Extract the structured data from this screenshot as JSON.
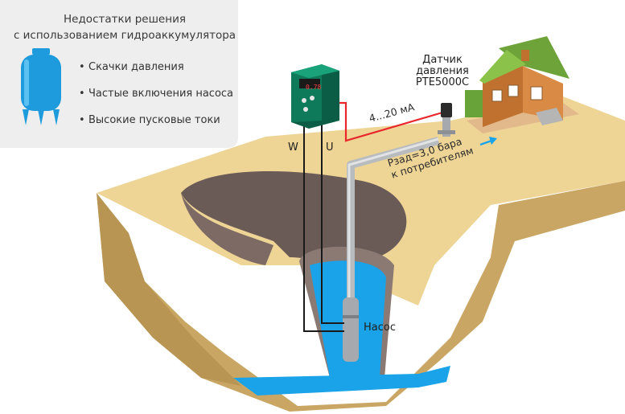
{
  "panel": {
    "title_line1": "Недостатки решения",
    "title_line2": "с использованием гидроаккумулятора",
    "bullets": [
      "Скачки давления",
      "Частые включения насоса",
      "Высокие пусковые токи"
    ]
  },
  "labels": {
    "terminal_w": "W",
    "terminal_u": "U",
    "signal": "4...20 мА",
    "sensor_line1": "Датчик",
    "sensor_line2": "давления",
    "sensor_line3": "PTE5000C",
    "pressure_line1": "Рзад=3,0 бара",
    "pressure_line2": "к потребителям",
    "pump": "Насос"
  },
  "vfd": {
    "display": "0.78"
  },
  "colors": {
    "ground_top": "#eed596",
    "ground_side": "#c9a663",
    "ground_dark": "#a6854a",
    "pit_wall": "#6b5b57",
    "water": "#1aa3e8",
    "pipe": "#b9bcbf",
    "signal_wire": "#e8262b",
    "vfd_body": "#0f7a5a",
    "tank": "#1e9bdc",
    "house_wall": "#d98a45",
    "house_roof": "#6ea33a"
  },
  "icons": [
    "tank-icon",
    "vfd-icon",
    "sensor-icon",
    "house-icon",
    "arrow-icon"
  ]
}
